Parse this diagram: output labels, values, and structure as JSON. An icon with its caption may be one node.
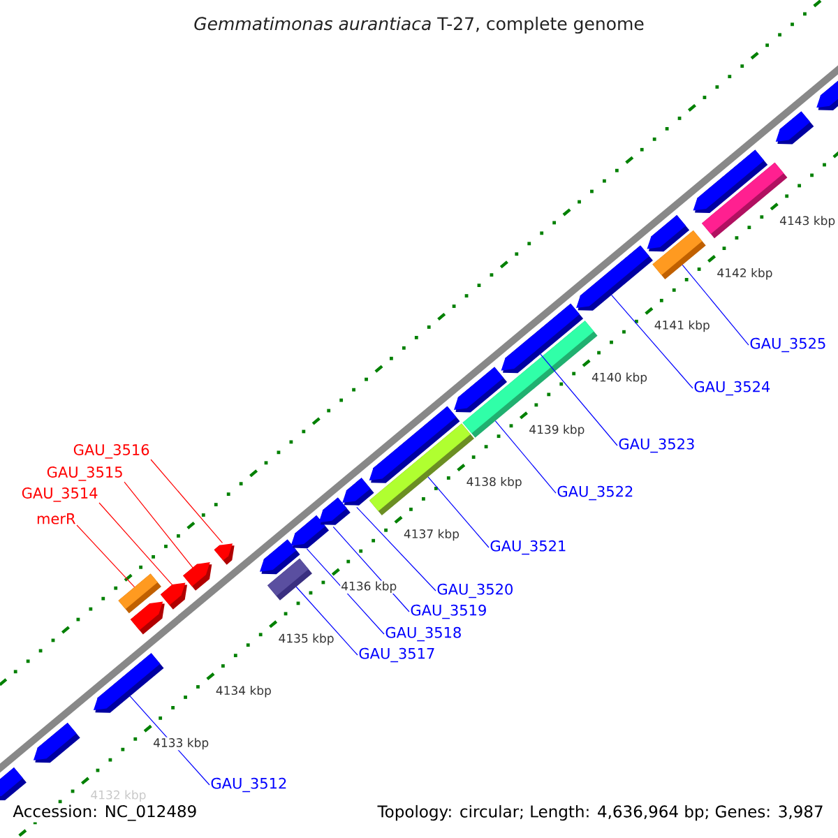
{
  "diagram": {
    "title": "*Gemmatimonas aurantiaca* T-27, complete genome",
    "nodes": [
      {
        "text": [
          "GAU_3516"
        ]
      },
      {
        "text": [
          "GAU_3515"
        ]
      },
      {
        "text": [
          "GAU_3514"
        ]
      },
      {
        "text": [
          "merR"
        ]
      },
      {
        "text": [
          "GAU_3525"
        ]
      },
      {
        "text": [
          "GAU_3524"
        ]
      },
      {
        "text": [
          "GAU_3523"
        ]
      },
      {
        "text": [
          "GAU_3522"
        ]
      },
      {
        "text": [
          "GAU_3521"
        ]
      },
      {
        "text": [
          "GAU_3520"
        ]
      },
      {
        "text": [
          "GAU_3519"
        ]
      },
      {
        "text": [
          "GAU_3518"
        ]
      },
      {
        "text": [
          "GAU_3517"
        ]
      },
      {
        "text": [
          "GAU_3512"
        ]
      },
      {
        "text": [],
        "shape": "pentagon"
      },
      {
        "text": [],
        "shape": "pentagon"
      },
      {
        "text": [],
        "shape": "pentagon"
      },
      {
        "text": [],
        "shape": "bar"
      },
      {
        "text": [],
        "shape": "bar"
      },
      {
        "text": [],
        "shape": "pentagon"
      },
      {
        "text": [],
        "shape": "pentagon"
      },
      {
        "text": [],
        "shape": "bar"
      },
      {
        "text": [],
        "shape": "bar"
      },
      {
        "text": [],
        "shape": "pentagon"
      },
      {
        "text": [],
        "shape": "pentagon"
      },
      {
        "text": [],
        "shape": "pentagon"
      },
      {
        "text": [],
        "shape": "bar"
      },
      {
        "text": [],
        "shape": "pentagon"
      },
      {
        "text": [],
        "shape": "pentagon"
      },
      {
        "text": [],
        "shape": "pentagon"
      },
      {
        "text": [],
        "shape": "pentagon"
      },
      {
        "text": [],
        "shape": "pentagon"
      },
      {
        "text": [],
        "shape": "pentagon"
      },
      {
        "text": [],
        "shape": "pentagon"
      },
      {
        "text": [],
        "shape": "pentagon"
      },
      {
        "text": [],
        "shape": "pentagon"
      },
      {
        "text": [],
        "shape": "pentagon"
      },
      {
        "text": [],
        "shape": "bar"
      },
      {
        "text": [],
        "shape": "pentagon"
      }
    ],
    "edges": [
      {
        "from": 0,
        "to": 14,
        "arrow": "none",
        "color": "#ff0000"
      },
      {
        "from": 1,
        "to": 15,
        "arrow": "none",
        "color": "#ff0000"
      },
      {
        "from": 2,
        "to": 16,
        "arrow": "none",
        "color": "#ff0000"
      },
      {
        "from": 3,
        "to": 17,
        "arrow": "none",
        "color": "#ff0000"
      },
      {
        "from": 4,
        "to": 18,
        "arrow": "none"
      },
      {
        "from": 5,
        "to": 19,
        "arrow": "none"
      },
      {
        "from": 6,
        "to": 20,
        "arrow": "none"
      },
      {
        "from": 7,
        "to": 21,
        "arrow": "none"
      },
      {
        "from": 8,
        "to": 22,
        "arrow": "none"
      },
      {
        "from": 9,
        "to": 23,
        "arrow": "none"
      },
      {
        "from": 10,
        "to": 24,
        "arrow": "none"
      },
      {
        "from": 11,
        "to": 25,
        "arrow": "none"
      },
      {
        "from": 12,
        "to": 26,
        "arrow": "none"
      },
      {
        "from": 13,
        "to": 27,
        "arrow": "none"
      }
    ],
    "labels": [
      "4143 kbp",
      "4142 kbp",
      "4141 kbp",
      "4140 kbp",
      "4139 kbp",
      "4138 kbp",
      "4137 kbp",
      "4136 kbp",
      "4135 kbp",
      "4134 kbp",
      "4133 kbp",
      "4132 kbp",
      "Accession: NC_012489",
      "Topology: circular; Length: 4,636,964 bp; Genes: 3,987"
    ]
  }
}
